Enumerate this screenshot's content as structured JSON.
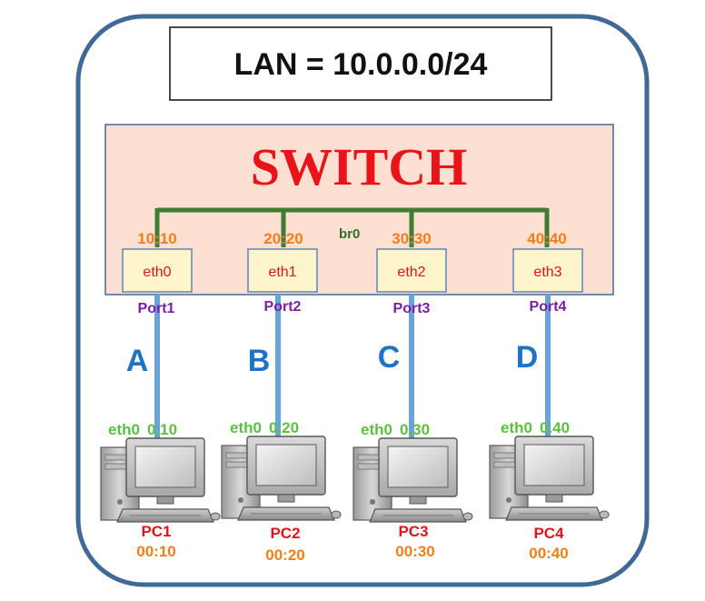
{
  "lan_label": "LAN = 10.0.0.0/24",
  "switch": {
    "label": "SWITCH",
    "bridge_label": "br0"
  },
  "ports": [
    {
      "mac_suffix": "10:10",
      "iface": "eth0",
      "port": "Port1",
      "link": "A"
    },
    {
      "mac_suffix": "20:20",
      "iface": "eth1",
      "port": "Port2",
      "link": "B"
    },
    {
      "mac_suffix": "30:30",
      "iface": "eth2",
      "port": "Port3",
      "link": "C"
    },
    {
      "mac_suffix": "40:40",
      "iface": "eth3",
      "port": "Port4",
      "link": "D"
    }
  ],
  "pcs": [
    {
      "iface": "eth0",
      "ip_suffix": "0.10",
      "name": "PC1",
      "mac_suffix": "00:10"
    },
    {
      "iface": "eth0",
      "ip_suffix": "0.20",
      "name": "PC2",
      "mac_suffix": "00:20"
    },
    {
      "iface": "eth0",
      "ip_suffix": "0.30",
      "name": "PC3",
      "mac_suffix": "00:30"
    },
    {
      "iface": "eth0",
      "ip_suffix": "0.40",
      "name": "PC4",
      "mac_suffix": "00:40"
    }
  ],
  "colors": {
    "frame_border": "#3f6a96",
    "switch_fill": "#fde0d2",
    "bridge_line": "#3f7d33",
    "cable": "#6aa3d8"
  }
}
